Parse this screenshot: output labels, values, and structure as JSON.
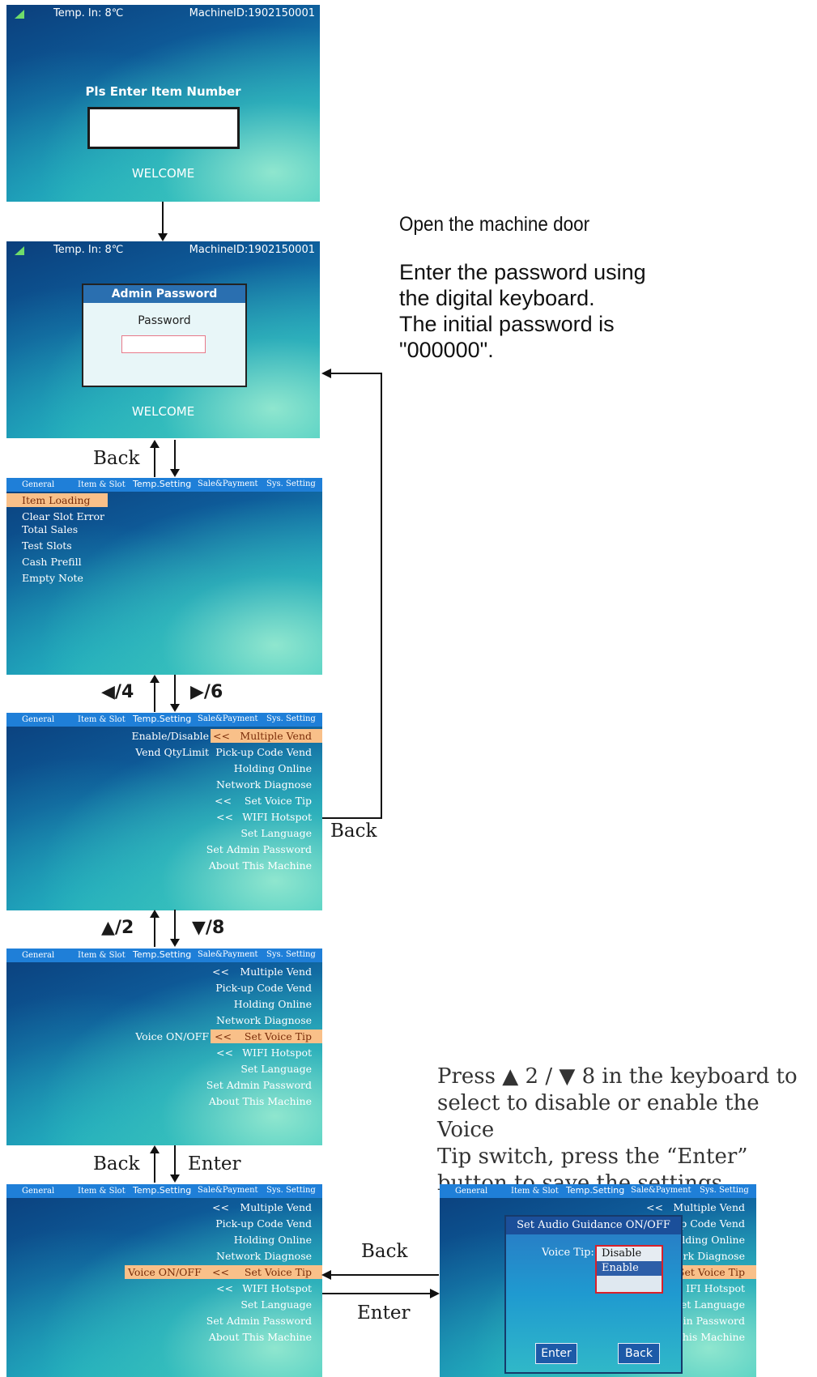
{
  "status": {
    "temp": "Temp.  In:  8℃",
    "machine_id": "MachineID:1902150001"
  },
  "screen1": {
    "prompt": "Pls Enter Item Number",
    "welcome": "WELCOME"
  },
  "screen2": {
    "dialog_title": "Admin Password",
    "password_label": "Password",
    "welcome": "WELCOME"
  },
  "tabs": {
    "general": "General",
    "item_slot": "Item & Slot",
    "temp_setting": "Temp.Setting",
    "sale_payment": "Sale&Payment",
    "sys_setting": "Sys. Setting"
  },
  "general_menu": [
    "Item Loading",
    "Clear Slot Error",
    "Total Sales",
    "Test Slots",
    "Cash Prefill",
    "Empty Note"
  ],
  "sys_menu": [
    "Multiple Vend",
    "Pick-up Code Vend",
    "Holding Online",
    "Network Diagnose",
    "Set Voice Tip",
    "WIFI Hotspot",
    "Set Language",
    "Set Admin Password",
    "About This Machine"
  ],
  "sub": {
    "arrows": "<<",
    "enable_disable": "Enable/Disable",
    "vend_qty": "Vend QtyLimit",
    "voice_onoff": "Voice  ON/OFF"
  },
  "labels": {
    "back": "Back",
    "enter": "Enter",
    "left4": "◀/4",
    "right6": "▶/6",
    "up2": "▲/2",
    "down8": "▼/8"
  },
  "notes": {
    "open_door": "Open the machine door",
    "password_lines": [
      "Enter the password using",
      "the digital keyboard.",
      "The initial password is",
      "\"000000\"."
    ],
    "press_lines": [
      "Press ▲ 2 / ▼ 8 in the keyboard to",
      "select to disable or enable the Voice",
      "Tip switch, press the  “Enter”",
      "button to save the settings."
    ]
  },
  "audio_dialog": {
    "title": "Set Audio Guidance ON/OFF",
    "voice_tip_label": "Voice Tip:",
    "options": [
      "Disable",
      "Enable"
    ],
    "enter": "Enter",
    "back": "Back",
    "bg_menu_partial": [
      "Multiple Vend",
      "p Code Vend",
      "lding Online",
      "ork Diagnose",
      "Set Voice Tip",
      "IFI Hotspot",
      "et Language",
      "in Password",
      "his Machine"
    ]
  },
  "colors": {
    "tab_bar": "#1f7fd8",
    "highlight": "#f9c089",
    "dialog_title": "#2a6fb0"
  }
}
